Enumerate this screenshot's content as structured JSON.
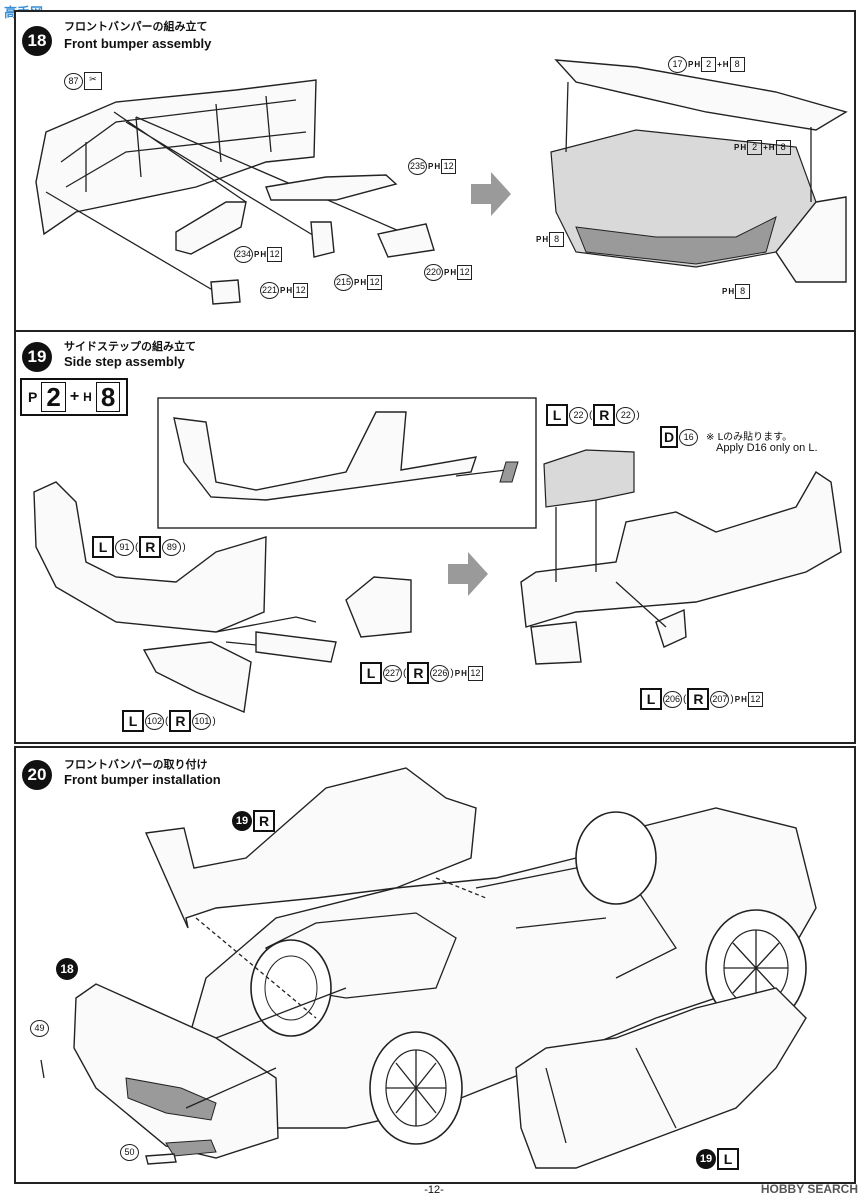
{
  "watermark_top": "高手网",
  "watermark_bottom": "HOBBY SEARCH",
  "page_number": "-12-",
  "steps": [
    {
      "number": "18",
      "title_jp": "フロントバンパーの組み立て",
      "title_en": "Front bumper assembly",
      "labels": {
        "p87": "87",
        "p235": "235",
        "p234": "234",
        "p215": "215",
        "p220": "220",
        "p221": "221",
        "p17": "17",
        "paint_h12": "12",
        "paint_2": "2",
        "paint_8": "8",
        "paint_plus": "+",
        "paint_p": "P",
        "paint_h": "H"
      }
    },
    {
      "number": "19",
      "title_jp": "サイドステップの組み立て",
      "title_en": "Side step assembly",
      "paint_mix": {
        "a": "2",
        "plus": "+",
        "h": "H",
        "b": "8",
        "p": "P"
      },
      "labels": {
        "L": "L",
        "R": "R",
        "p91": "91",
        "p89": "89",
        "p102": "102",
        "p101": "101",
        "p227": "227",
        "p226": "226",
        "p22l": "22",
        "p22r": "22",
        "p206": "206",
        "p207": "207",
        "d16": "D",
        "d16_num": "16",
        "note_jp": "※ Lのみ貼ります。",
        "note_en": "Apply D16 only on L.",
        "paren_open": "(",
        "paren_close": ")",
        "paint_h12": "12",
        "paint_p": "P",
        "paint_h": "H"
      }
    },
    {
      "number": "20",
      "title_jp": "フロントバンパーの取り付け",
      "title_en": "Front bumper installation",
      "labels": {
        "step19R": "19",
        "R": "R",
        "step18": "18",
        "step19L": "19",
        "L": "L",
        "p49": "49",
        "p50": "50"
      }
    }
  ],
  "colors": {
    "line": "#222222",
    "shade": "#9a9a9a",
    "badge": "#111111"
  }
}
